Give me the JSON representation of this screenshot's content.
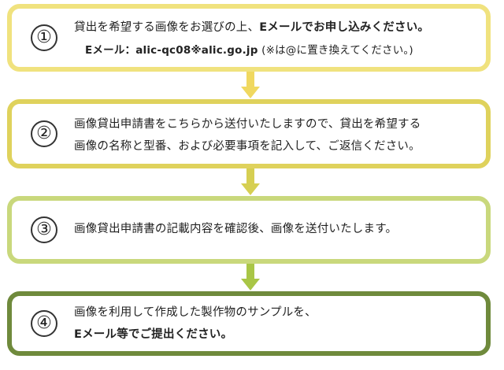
{
  "steps": [
    {
      "number": "①",
      "line1_a": "貸出を希望する画像をお選びの上、",
      "line1_b": "Eメールでお申し込みください。",
      "line2_a": "Eメール：alic-qc08※alic.go.jp",
      "line2_b": "(※は@に置き換えてください。)",
      "color": "#f0e27e"
    },
    {
      "number": "②",
      "line1": "画像貸出申請書をこちらから送付いたしますので、貸出を希望する",
      "line2": "画像の名称と型番、および必要事項を記入して、ご返信ください。",
      "color": "#dfd25c"
    },
    {
      "number": "③",
      "line1": "画像貸出申請書の記載内容を確認後、画像を送付いたします。",
      "color": "#c9d87c"
    },
    {
      "number": "④",
      "line1": "画像を利用して作成した製作物のサンプルを、",
      "line2": "Eメール等でご提出ください。",
      "color": "#6f8a3c"
    }
  ],
  "arrow_colors": [
    "#f0d860",
    "#d6cf52",
    "#a9c646"
  ]
}
